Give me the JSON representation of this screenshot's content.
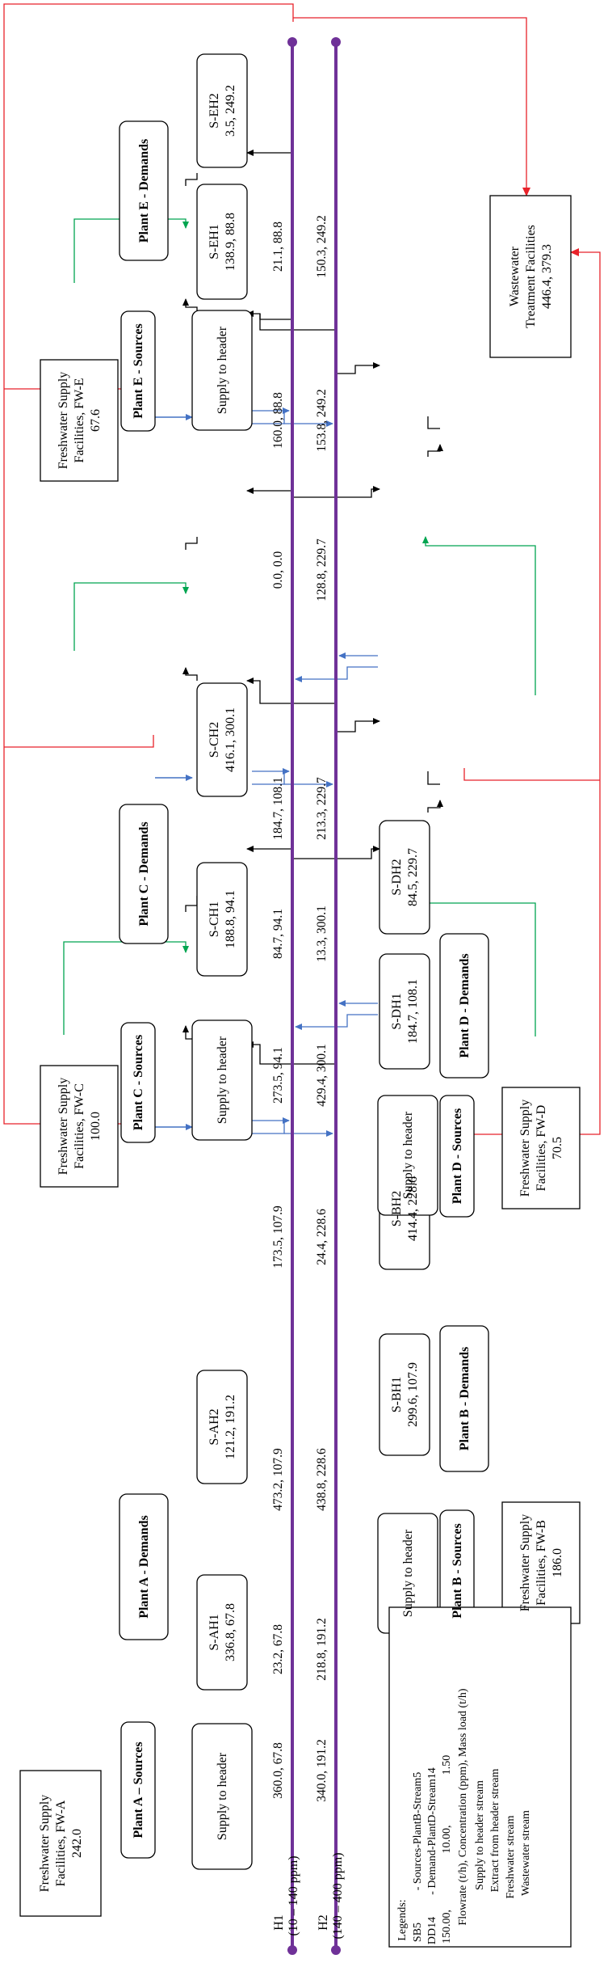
{
  "colors": {
    "header": "#6f3198",
    "supply": "#4472c4",
    "extract": "#000000",
    "freshwater": "#00a550",
    "wastewater": "#e8222a"
  },
  "headers": {
    "h1_name": "H1",
    "h1_range": "(10 – 140 ppm)",
    "h2_name": "H2",
    "h2_range": "(140 – 400 ppm)"
  },
  "plants": {
    "A": {
      "fw": [
        "Freshwater Supply",
        "Facilities, FW-A",
        "242.0"
      ],
      "sources": "Plant A – Sources",
      "supply": "Supply to header",
      "demands": "Plant A - Demands",
      "d1": [
        "S-AH1",
        "336.8, 67.8"
      ],
      "d2": [
        "S-AH2",
        "121.2, 191.2"
      ],
      "sup_h1": "360.0, 67.8",
      "sup_h2": "340.0, 191.2",
      "ext_d1_h2": "218.8, 191.2",
      "ext_d1_h1": "23.2, 67.8",
      "seg_h1": "473.2, 107.9",
      "seg_h2": "438.8, 228.6"
    },
    "B": {
      "fw": [
        "Freshwater Supply",
        "Facilities, FW-B",
        "186.0"
      ],
      "sources": "Plant B - Sources",
      "supply": "Supply to header",
      "demands": "Plant B - Demands",
      "d1": [
        "S-BH1",
        "299.6, 107.9"
      ],
      "d2": [
        "S-BH2",
        "414.4, 228.6"
      ],
      "seg_h1": "173.5, 107.9",
      "seg_h2": "24.4, 228.6"
    },
    "C": {
      "fw": [
        "Freshwater Supply",
        "Facilities, FW-C",
        "100.0"
      ],
      "sources": "Plant C - Sources",
      "supply": "Supply to header",
      "demands": "Plant C - Demands",
      "d1": [
        "S-CH1",
        "188.8, 94.1"
      ],
      "d2": [
        "S-CH2",
        "416.1, 300.1"
      ],
      "sup_h1": "273.5, 94.1",
      "sup_h2": "429.4, 300.1",
      "ext_d1_h1": "84.7, 94.1",
      "ext_d1_h2": "13.3, 300.1",
      "seg_h1": "184.7, 108.1",
      "seg_h2": "213.3, 229.7"
    },
    "D": {
      "fw": [
        "Freshwater Supply",
        "Facilities, FW-D",
        "70.5"
      ],
      "sources": "Plant D - Sources",
      "supply": "Supply to header",
      "demands": "Plant D - Demands",
      "d1": [
        "S-DH1",
        "184.7, 108.1"
      ],
      "d2": [
        "S-DH2",
        "84.5, 229.7"
      ],
      "seg_h1": "0.0, 0.0",
      "seg_h2": "128.8, 229.7"
    },
    "E": {
      "fw": [
        "Freshwater Supply",
        "Facilities, FW-E",
        "67.6"
      ],
      "sources": "Plant E - Sources",
      "supply": "Supply to header",
      "demands": "Plant E - Demands",
      "d1": [
        "S-EH1",
        "138.9, 88.8"
      ],
      "d2": [
        "S-EH2",
        "3.5, 249.2"
      ],
      "sup_h1": "160.0, 88.8",
      "sup_h2": "153.8, 249.2",
      "ext_d1_h1": "21.1, 88.8",
      "ext_d1_h2": "150.3, 249.2"
    }
  },
  "wastewater": [
    "Wastewater",
    "Treatment Facilities",
    "446.4, 379.3"
  ],
  "legend": {
    "title": "Legends:",
    "r1a": "SB5",
    "r1b": "- Sources-PlantB-Stream5",
    "r2a": "DD14",
    "r2b": "- Demand-PlantD-Stream14",
    "r3a": "150.00,",
    "r3b": "10.00,",
    "r3c": "1.50",
    "r4": "Flowrate (t/h), Concentration (ppm), Mass load (t/h)",
    "supply": "Supply to header stream",
    "extract": "Extract from header stream",
    "freshwater": "Freshwater stream",
    "wastewater": "Wastewater stream"
  }
}
